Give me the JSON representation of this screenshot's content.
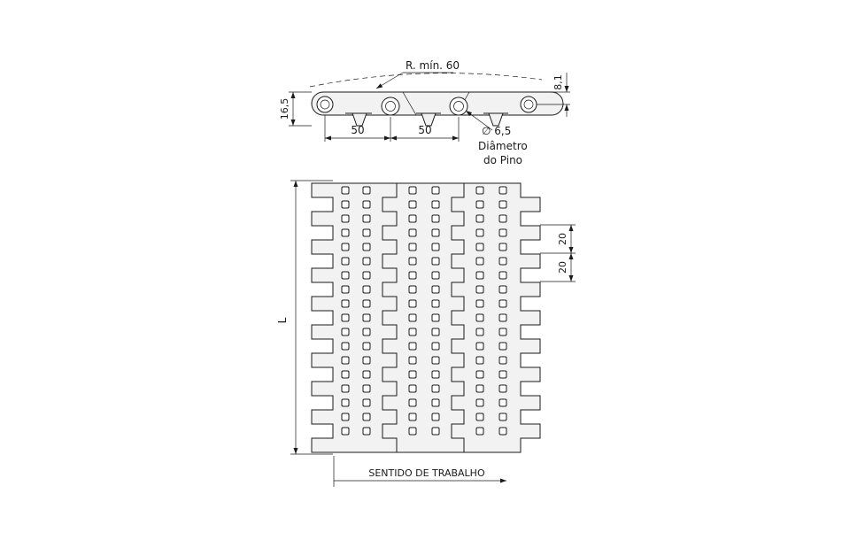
{
  "side_view": {
    "radius_label": "R. mín. 60",
    "pitch_label_1": "50",
    "pitch_label_2": "50",
    "height_label": "16,5",
    "thickness_label": "8,1",
    "pin_diameter_label": "∅ 6,5",
    "pin_caption_line1": "Diâmetro",
    "pin_caption_line2": "do Pino"
  },
  "top_view": {
    "spacing_label_1": "20",
    "spacing_label_2": "20",
    "length_label": "L",
    "direction_label": "SENTIDO DE TRABALHO"
  }
}
